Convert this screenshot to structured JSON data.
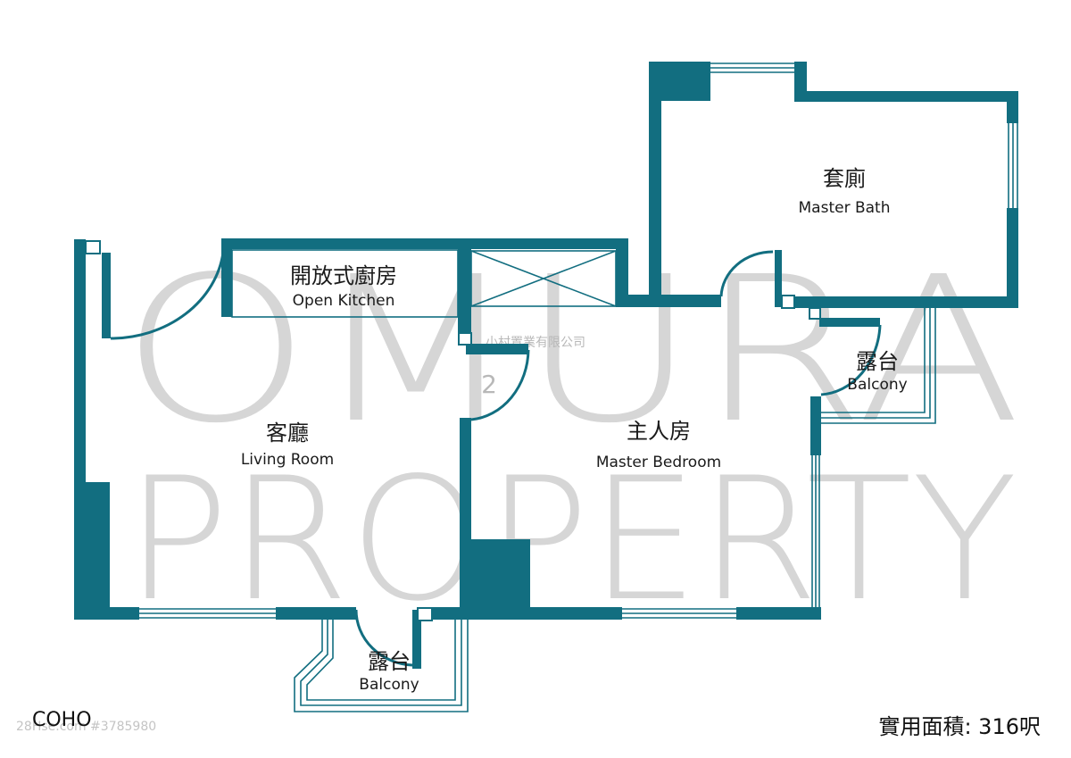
{
  "watermark": {
    "line1": "OMURA",
    "line2": "PROPERTY",
    "company_zh": "小村置業有限公司",
    "center_mark": "2"
  },
  "rooms": {
    "master_bath": {
      "zh": "套廁",
      "en": "Master Bath"
    },
    "open_kitchen": {
      "zh": "開放式廚房",
      "en": "Open Kitchen"
    },
    "living_room": {
      "zh": "客廳",
      "en": "Living Room"
    },
    "master_bedroom": {
      "zh": "主人房",
      "en": "Master Bedroom"
    },
    "balcony_right": {
      "zh": "露台",
      "en": "Balcony"
    },
    "balcony_bottom": {
      "zh": "露台",
      "en": "Balcony"
    }
  },
  "footer": {
    "project": "COHO",
    "listing_id": "28Hse.com #3785980",
    "area": "實用面積: 316呎"
  },
  "colors": {
    "wall": "#126e80",
    "watermark": "#d6d6d6",
    "text": "#1a1a1a"
  }
}
